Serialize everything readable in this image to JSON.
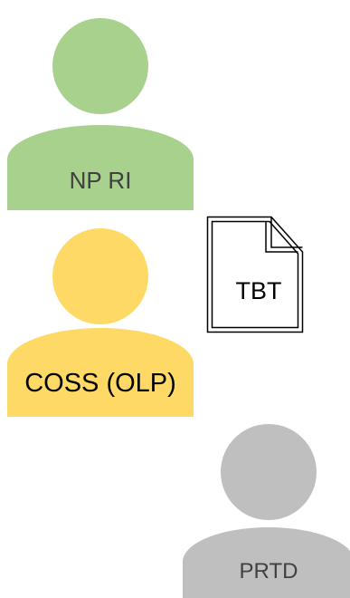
{
  "people": [
    {
      "id": "np-ri",
      "label": "NP RI",
      "color": "#a9d18e"
    },
    {
      "id": "coss-olp",
      "label": "COSS (OLP)",
      "color": "#ffd966"
    },
    {
      "id": "prtd",
      "label": "PRTD",
      "color": "#bfbfbf"
    }
  ],
  "document": {
    "label": "TBT",
    "icon": "document-icon"
  }
}
